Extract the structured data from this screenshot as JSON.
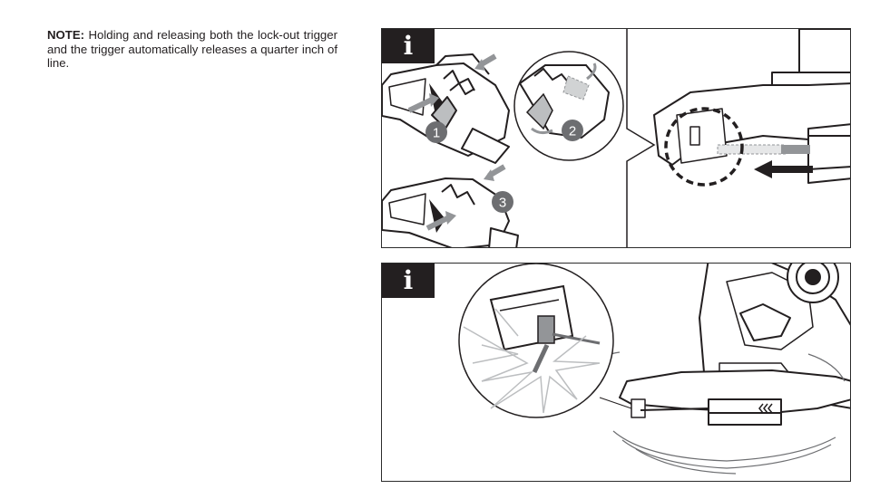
{
  "note": {
    "label": "NOTE:",
    "text": " Holding and releasing both the lock-out trigger and the trigger automatically releases a quarter inch of line."
  },
  "figure_top": {
    "badge": "i",
    "steps": [
      "1",
      "2",
      "3"
    ]
  },
  "figure_bottom": {
    "badge": "i"
  },
  "icons": {
    "info": "info-icon",
    "arrow": "arrow-icon"
  },
  "colors": {
    "ink": "#231f20",
    "step_circle": "#6d6e71",
    "arrow_gray": "#939598",
    "highlight": "#bcbec0"
  }
}
